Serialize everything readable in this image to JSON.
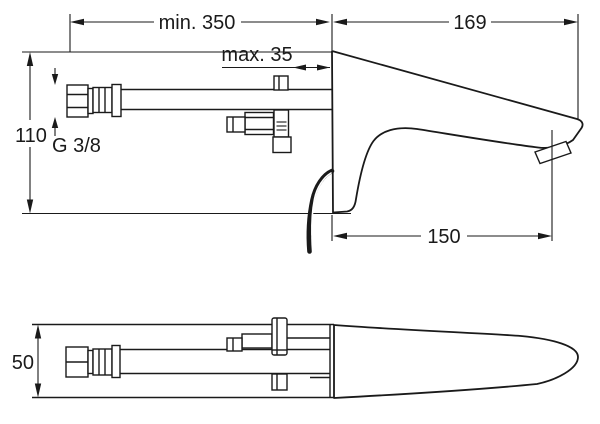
{
  "drawing": {
    "background": "#ffffff",
    "line_color": "#1a1a1a",
    "description": "technical-dimension-drawing-of-wall-mounted-sensor-faucet",
    "labels": {
      "min_depth": "min. 350",
      "spout_length_total": "169",
      "wall_thickness": "max. 35",
      "height": "110",
      "thread": "G 3/8",
      "spout_projection": "150",
      "body_width": "50"
    }
  }
}
